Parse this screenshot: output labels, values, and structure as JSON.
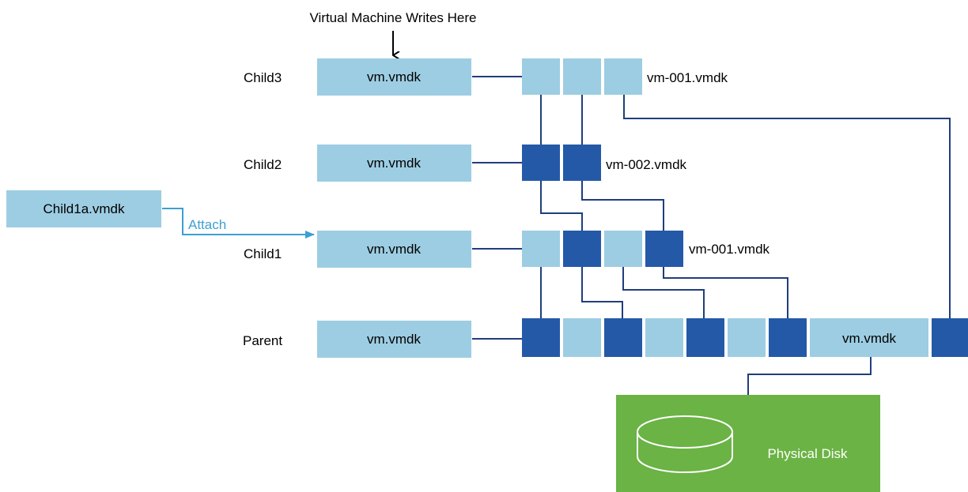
{
  "colors": {
    "light_block": "#9dcde2",
    "dark_block": "#2459a8",
    "connector": "#1f3e7c",
    "attach": "#3d9fd3",
    "disk_fill": "#6ab344",
    "disk_icon": "#ffffff",
    "text": "#000000"
  },
  "top_label": "Virtual Machine Writes Here",
  "rows": {
    "child3": {
      "label": "Child3",
      "disk": "vm.vmdk",
      "delta": "vm-001.vmdk"
    },
    "child2": {
      "label": "Child2",
      "disk": "vm.vmdk",
      "delta": "vm-002.vmdk"
    },
    "child1": {
      "label": "Child1",
      "disk": "vm.vmdk",
      "delta": "vm-001.vmdk"
    },
    "parent": {
      "label": "Parent",
      "disk": "vm.vmdk",
      "base": "vm.vmdk"
    }
  },
  "attached": {
    "disk": "Child1a.vmdk",
    "action": "Attach"
  },
  "physical_disk": {
    "label": "Physical Disk",
    "icon": "disk-cylinder-icon"
  }
}
